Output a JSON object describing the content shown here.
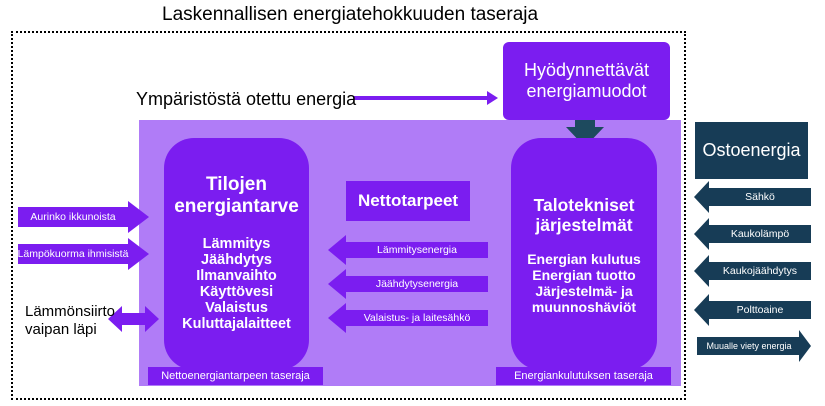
{
  "colors": {
    "panel": "#b07cf7",
    "dark_purple": "#7b1df0",
    "navy": "#173c56",
    "down_arrow": "#1d4a5e"
  },
  "title": "Laskennallisen energiatehokkuuden taseraja",
  "utilized_energy": {
    "line1": "Hyödynnettävät",
    "line2": "energiamuodot"
  },
  "environment_energy": "Ympäristöstä otettu energia",
  "space_demand": {
    "title_line1": "Tilojen",
    "title_line2": "energiantarve",
    "items": [
      "Lämmitys",
      "Jäähdytys",
      "Ilmanvaihto",
      "Käyttövesi",
      "Valaistus",
      "Kuluttajalaitteet"
    ]
  },
  "net_demand": "Nettotarpeet",
  "building_systems": {
    "title_line1": "Talotekniset",
    "title_line2": "järjestelmät",
    "items": [
      "Energian kulutus",
      "Energian tuotto",
      "Järjestelmä- ja",
      "muunnoshäviöt"
    ]
  },
  "left_inputs": {
    "solar": "Aurinko ikkunoista",
    "occupants": "Lämpökuorma ihmisistä"
  },
  "envelope_transfer": {
    "line1": "Lämmönsiirto",
    "line2": "vaipan läpi"
  },
  "net_arrows": {
    "heating": "Lämmitysenergia",
    "cooling": "Jäähdytysenergia",
    "lighting": "Valaistus- ja laitesähkö"
  },
  "boundaries": {
    "net": "Nettoenergiantarpeen taseraja",
    "consumption": "Energiankulutuksen taseraja"
  },
  "purchased_energy": {
    "header": "Ostoenergia",
    "electricity": "Sähkö",
    "district_heating": "Kaukolämpö",
    "district_cooling": "Kaukojäähdytys",
    "fuel": "Polttoaine",
    "exported": "Muualle viety energia"
  }
}
